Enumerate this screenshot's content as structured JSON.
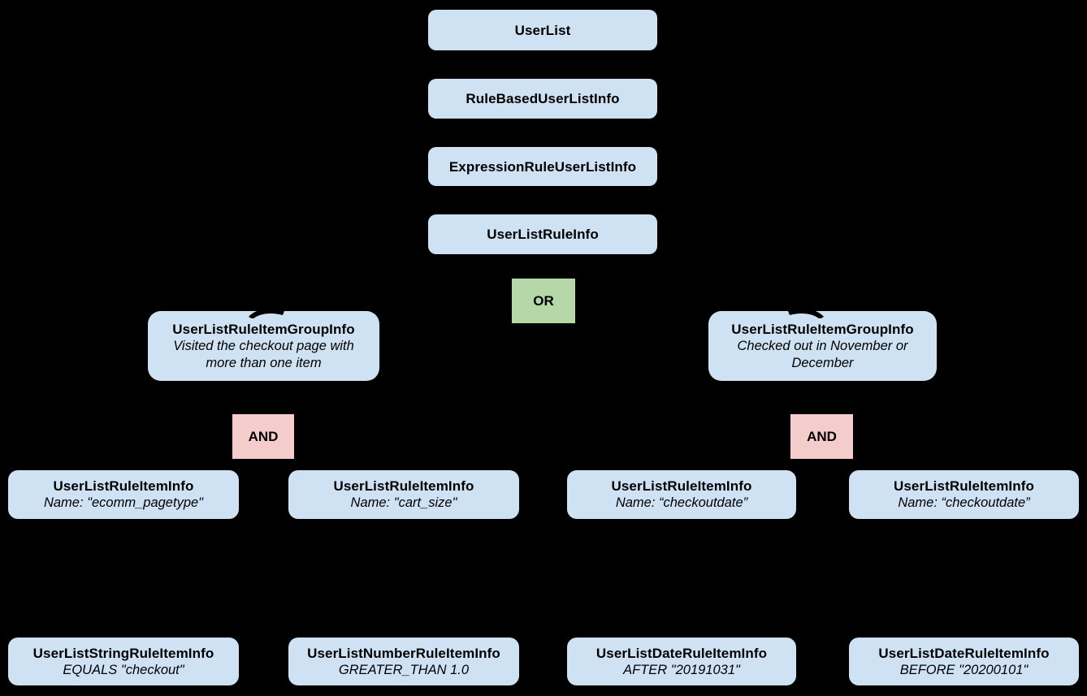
{
  "diagram": {
    "description_nodes_are_black_text_on_light_boxes": true,
    "colors": {
      "background": "#000000",
      "class_fill": "#cfe2f3",
      "or_fill": "#b6d7a8",
      "and_fill": "#f4cccc",
      "text": "#000000"
    },
    "nodes": {
      "userlist": {
        "label": "UserList"
      },
      "rule_based": {
        "label": "RuleBasedUserListInfo"
      },
      "expression_rule": {
        "label": "ExpressionRuleUserListInfo"
      },
      "rule_info": {
        "label": "UserListRuleInfo"
      },
      "or_operator": {
        "label": "OR"
      },
      "group_left": {
        "label": "UserListRuleItemGroupInfo",
        "note": "Visited the checkout page with more than one item"
      },
      "group_right": {
        "label": "UserListRuleItemGroupInfo",
        "note": "Checked out in November or December"
      },
      "and_left": {
        "label": "AND"
      },
      "and_right": {
        "label": "AND"
      },
      "item_ecomm": {
        "label": "UserListRuleItemInfo",
        "note": "Name: \"ecomm_pagetype\""
      },
      "item_cart": {
        "label": "UserListRuleItemInfo",
        "note": "Name: \"cart_size\""
      },
      "item_checkout1": {
        "label": "UserListRuleItemInfo",
        "note": "Name: “checkoutdate”"
      },
      "item_checkout2": {
        "label": "UserListRuleItemInfo",
        "note": "Name: “checkoutdate”"
      },
      "leaf_string": {
        "label": "UserListStringRuleItemInfo",
        "note": "EQUALS \"checkout\""
      },
      "leaf_number": {
        "label": "UserListNumberRuleItemInfo",
        "note": "GREATER_THAN 1.0"
      },
      "leaf_date_after": {
        "label": "UserListDateRuleItemInfo",
        "note": "AFTER \"20191031\""
      },
      "leaf_date_before": {
        "label": "UserListDateRuleItemInfo",
        "note": "BEFORE \"20200101\""
      }
    }
  }
}
